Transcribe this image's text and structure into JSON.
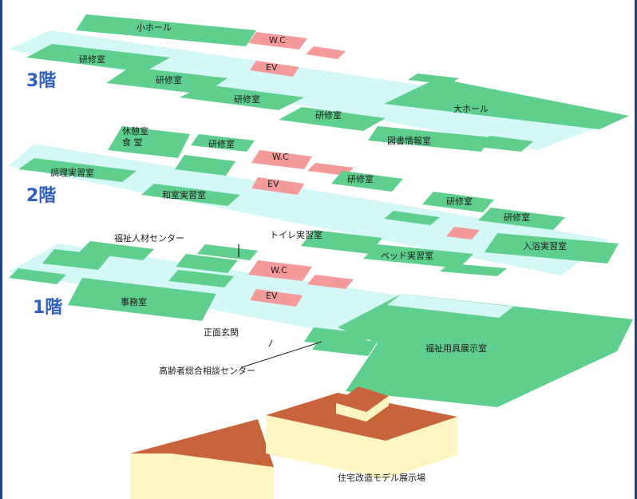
{
  "floors": {
    "f3": {
      "name": "3階",
      "rooms": {
        "small_hall": "小ホール",
        "wc": "W.C",
        "ev": "EV",
        "training_1": "研修室",
        "training_2": "研修室",
        "training_3": "研修室",
        "training_4": "研修室",
        "large_hall": "大ホール",
        "library": "図書情報室"
      }
    },
    "f2": {
      "name": "2階",
      "rooms": {
        "lounge": "休憩室",
        "dining": "食 堂",
        "cooking": "調理実習室",
        "japanese": "和室実習室",
        "training_1": "研修室",
        "wc": "W.C",
        "ev": "EV",
        "training_2": "研修室",
        "training_3": "研修室",
        "training_4": "研修室",
        "bath": "入浴実習室",
        "toilet": "トイレ実習室",
        "bed": "ベッド実習室"
      }
    },
    "f1": {
      "name": "1階",
      "rooms": {
        "welfare_center": "福祉人材センター",
        "wc": "W.C",
        "ev": "EV",
        "office": "事務室",
        "entrance": "正面玄関",
        "senior_center": "高齢者総合相談センター",
        "equipment": "福祉用具展示室"
      }
    }
  },
  "model_house": {
    "label": "住宅改造モデル展示場"
  },
  "colors": {
    "corridor": "#d4f7f7",
    "room": "#5fcf8e",
    "room_edge": "#2f9e62",
    "wc": "#f59a9a",
    "floor_label": "#2f5fc4",
    "roof": "#c8643a",
    "wall": "#fdf6c2"
  }
}
